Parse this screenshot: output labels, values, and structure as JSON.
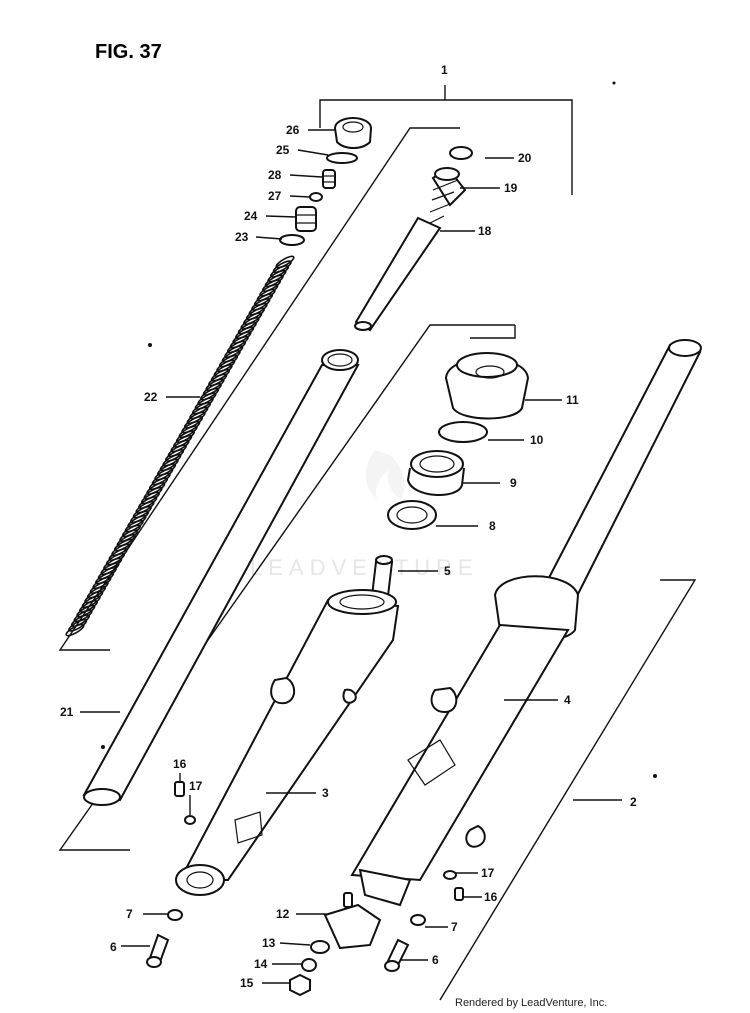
{
  "figure": {
    "title": "FIG. 37",
    "watermark": "LEADVENTURE",
    "credit": "Rendered by LeadVenture, Inc."
  },
  "callouts": [
    "1",
    "2",
    "3",
    "4",
    "5",
    "6",
    "6",
    "7",
    "7",
    "8",
    "9",
    "10",
    "11",
    "12",
    "13",
    "14",
    "15",
    "16",
    "16",
    "17",
    "17",
    "18",
    "19",
    "20",
    "21",
    "22",
    "23",
    "24",
    "25",
    "26",
    "27",
    "28"
  ]
}
